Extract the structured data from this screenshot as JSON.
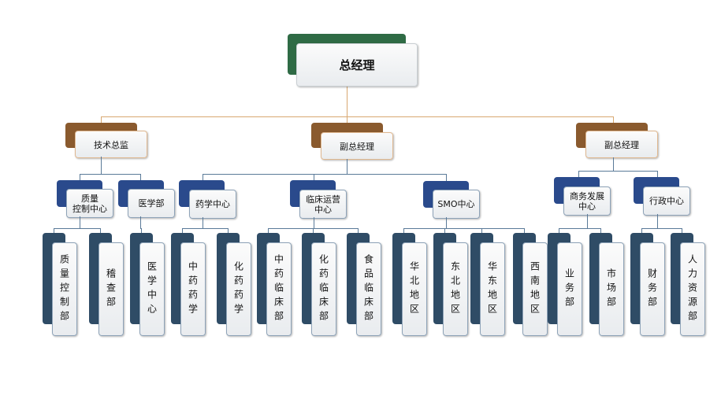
{
  "colors": {
    "ceo_back": "#2f6b45",
    "director_back": "#8a5a2e",
    "dept_back": "#2a4a8c",
    "unit_back": "#2f4c66",
    "ceo_line": "#d8a871",
    "dept_line": "#5a7a98"
  },
  "ceo": {
    "label": "总经理"
  },
  "directors": [
    {
      "label": "技术总监"
    },
    {
      "label": "副总经理"
    },
    {
      "label": "副总经理"
    }
  ],
  "departments": [
    {
      "label": "质量\n控制中心",
      "units": [
        "质量控制部",
        "稽查部"
      ]
    },
    {
      "label": "医学部",
      "units": [
        "医学中心"
      ]
    },
    {
      "label": "药学中心",
      "units": [
        "中药药学",
        "化药药学"
      ]
    },
    {
      "label": "临床运营\n中心",
      "units": [
        "中药临床部",
        "化药临床部",
        "食品临床部"
      ]
    },
    {
      "label": "SMO中心",
      "units": [
        "华北地区",
        "东北地区",
        "华东地区",
        "西南地区"
      ]
    },
    {
      "label": "商务发展\n中心",
      "units": [
        "业务部",
        "市场部"
      ]
    },
    {
      "label": "行政中心",
      "units": [
        "财务部",
        "人力资源部"
      ]
    }
  ]
}
